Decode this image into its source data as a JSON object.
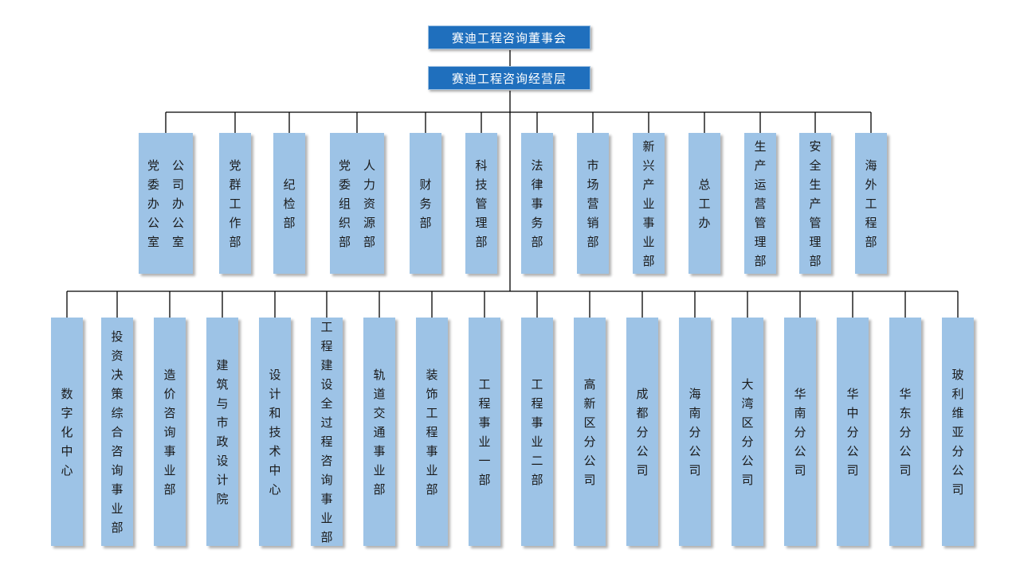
{
  "board": {
    "label": "赛迪工程咨询董事会"
  },
  "management": {
    "label": "赛迪工程咨询经营层"
  },
  "row1": [
    {
      "columns": [
        "公司办公室",
        "党委办公室"
      ]
    },
    {
      "columns": [
        "党群工作部"
      ]
    },
    {
      "columns": [
        "纪检部"
      ]
    },
    {
      "columns": [
        "人力资源部",
        "党委组织部"
      ]
    },
    {
      "columns": [
        "财务部"
      ]
    },
    {
      "columns": [
        "科技管理部"
      ]
    },
    {
      "columns": [
        "法律事务部"
      ]
    },
    {
      "columns": [
        "市场营销部"
      ]
    },
    {
      "columns": [
        "新兴产业事业部"
      ]
    },
    {
      "columns": [
        "总工办"
      ]
    },
    {
      "columns": [
        "生产运营管理部"
      ]
    },
    {
      "columns": [
        "安全生产管理部"
      ]
    },
    {
      "columns": [
        "海外工程部"
      ]
    }
  ],
  "row2": [
    {
      "columns": [
        "数字化中心"
      ]
    },
    {
      "columns": [
        "投资决策综合咨询事业部"
      ]
    },
    {
      "columns": [
        "造价咨询事业部"
      ]
    },
    {
      "columns": [
        "建筑与市政设计院"
      ]
    },
    {
      "columns": [
        "设计和技术中心"
      ]
    },
    {
      "columns": [
        "工程建设全过程咨询事业部"
      ]
    },
    {
      "columns": [
        "轨道交通事业部"
      ]
    },
    {
      "columns": [
        "装饰工程事业部"
      ]
    },
    {
      "columns": [
        "工程事业一部"
      ]
    },
    {
      "columns": [
        "工程事业二部"
      ]
    },
    {
      "columns": [
        "高新区分公司"
      ]
    },
    {
      "columns": [
        "成都分公司"
      ]
    },
    {
      "columns": [
        "海南分公司"
      ]
    },
    {
      "columns": [
        "大湾区分公司"
      ]
    },
    {
      "columns": [
        "华南分公司"
      ]
    },
    {
      "columns": [
        "华中分公司"
      ]
    },
    {
      "columns": [
        "华东分公司"
      ]
    },
    {
      "columns": [
        "玻利维亚分公司"
      ]
    }
  ]
}
